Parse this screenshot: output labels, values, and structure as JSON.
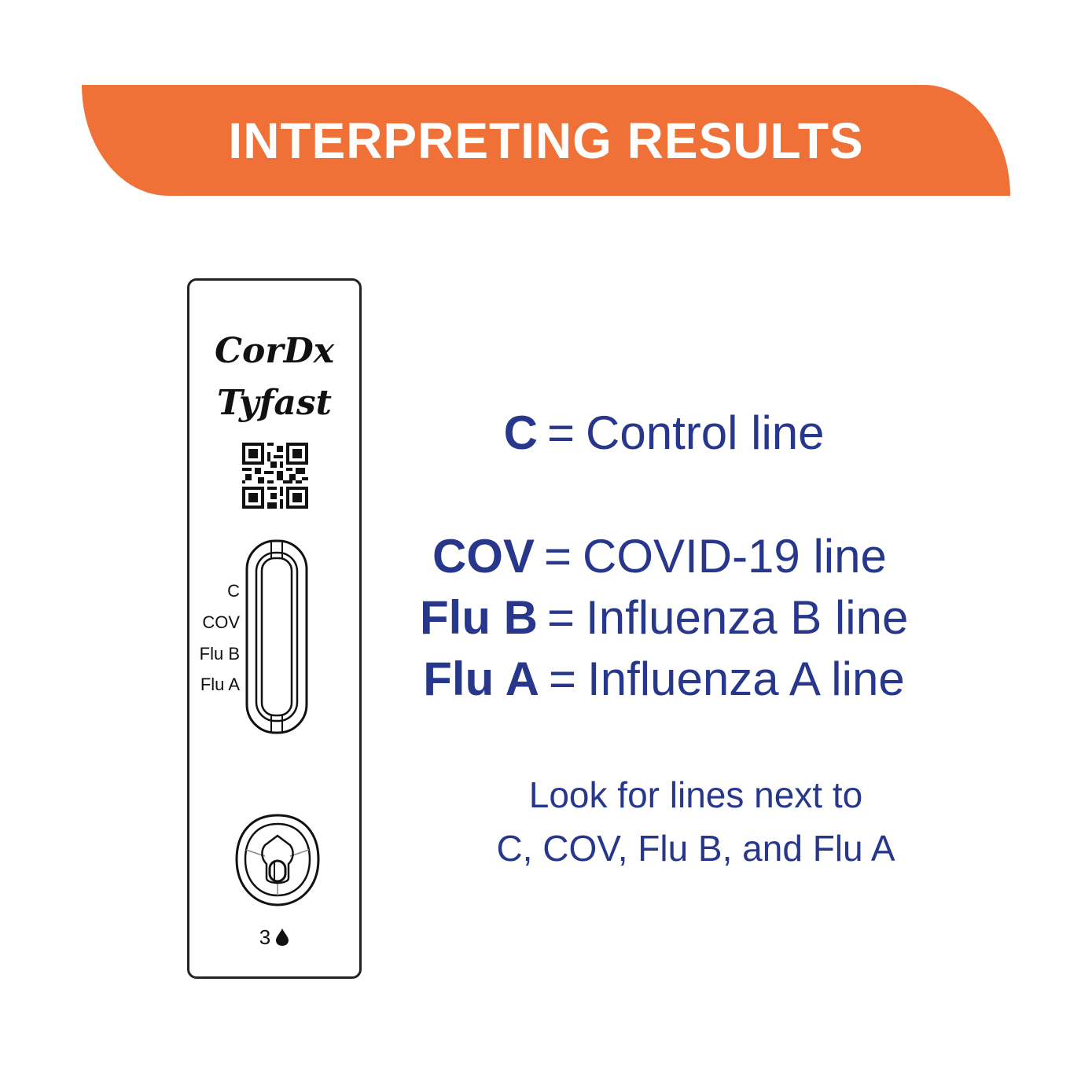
{
  "banner": {
    "title": "INTERPRETING RESULTS"
  },
  "cassette": {
    "brand_line1": "CorDx",
    "brand_line2": "Tyfast",
    "strip_labels": [
      "C",
      "COV",
      "Flu B",
      "Flu A"
    ],
    "drops_count": "3",
    "drop_icon": "water-drop-icon"
  },
  "legend": [
    {
      "code": "C",
      "desc": "Control line"
    },
    {
      "code": "COV",
      "desc": "COVID-19 line"
    },
    {
      "code": "Flu B",
      "desc": "Influenza B line"
    },
    {
      "code": "Flu A",
      "desc": "Influenza A line"
    }
  ],
  "note": {
    "line1": "Look for lines next to",
    "line2": "C, COV, Flu B, and Flu A"
  },
  "colors": {
    "banner": "#ef7137",
    "text_blue": "#27378c"
  }
}
